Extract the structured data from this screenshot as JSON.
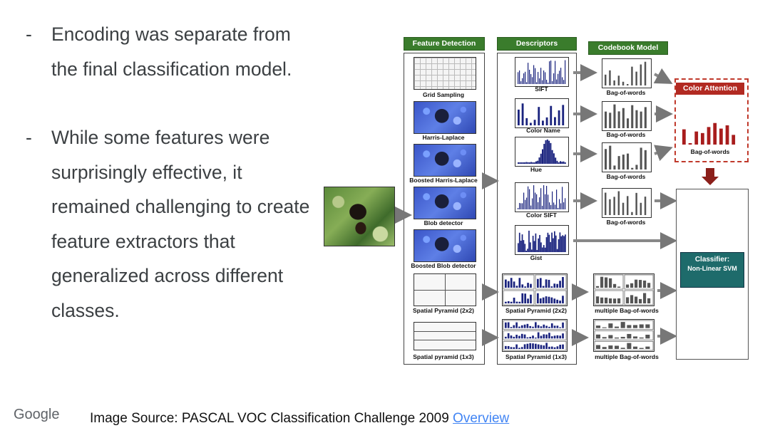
{
  "bullets": [
    {
      "dash": "-",
      "text": "Encoding was separate from the final classification model."
    },
    {
      "dash": "-",
      "text": "While some features were surprisingly effective, it remained challenging to create feature extractors that generalized across different classes."
    }
  ],
  "diagram": {
    "headers": {
      "feature_detection": "Feature Detection",
      "descriptors": "Descriptors",
      "codebook_model": "Codebook Model",
      "color_attention": "Color Attention"
    },
    "detectors": [
      "Grid Sampling",
      "Harris-Laplace",
      "Boosted Harris-Laplace",
      "Blob detector",
      "Boosted Blob detector",
      "Spatial Pyramid (2x2)",
      "Spatial pyramid (1x3)"
    ],
    "descriptors": [
      "SIFT",
      "Color Name",
      "Hue",
      "Color SIFT",
      "Gist",
      "Spatial Pyramid (2x2)",
      "Spatial Pyramid (1x3)"
    ],
    "codebook": [
      "Bag-of-words",
      "Bag-of-words",
      "Bag-of-words",
      "Bag-of-words",
      "multiple Bag-of-words",
      "multiple Bag-of-words"
    ],
    "attention_caption": "Bag-of-words",
    "classifier_line1": "Classifier:",
    "classifier_line2": "Non-Linear SVM",
    "colors": {
      "header_green": "#3a7c2c",
      "attention_red": "#b22a22",
      "classifier_teal": "#1e6b6b"
    }
  },
  "footer": {
    "logo": "Google",
    "source_text": "Image Source: PASCAL VOC Classification Challenge 2009 ",
    "link_text": "Overview"
  }
}
